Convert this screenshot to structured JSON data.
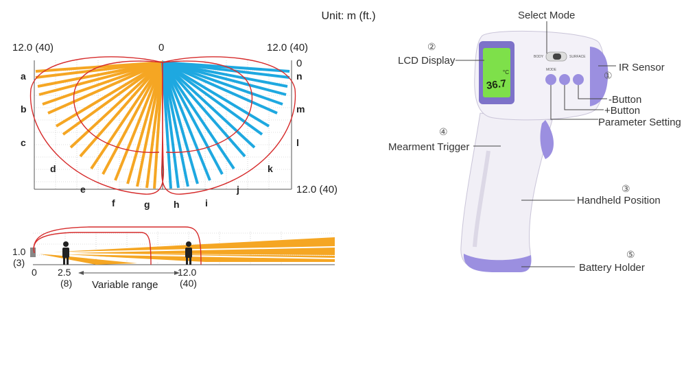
{
  "unit_label": "Unit: m (ft.)",
  "detection_area": {
    "range_left": "12.0 (40)",
    "range_center": "0",
    "range_right": "12.0 (40)",
    "right_top_zero": "0",
    "range_bottom_right": "12.0 (40)",
    "zones": [
      "a",
      "b",
      "c",
      "d",
      "e",
      "f",
      "g",
      "h",
      "i",
      "j",
      "k",
      "l",
      "m",
      "n"
    ]
  },
  "side_view": {
    "height": "1.0",
    "height_ft": "(3)",
    "origin": "0",
    "near": "2.5",
    "near_ft": "(8)",
    "far": "12.0",
    "far_ft": "(40)",
    "range_text": "Variable range"
  },
  "thermometer": {
    "display_reading": "36.7",
    "display_unit": "°C",
    "switch_left": "BODY",
    "switch_right": "SURFACE",
    "button_label": "MODE",
    "callouts": {
      "select_mode": "Select Mode",
      "lcd_num": "②",
      "lcd": "LCD Display",
      "ir_sensor": "IR Sensor",
      "ir_num": "①",
      "minus_button": "-Button",
      "plus_button": "+Button",
      "parameter_setting": "Parameter Setting",
      "trigger_num": "④",
      "trigger": "Mearment Trigger",
      "handheld_num": "③",
      "handheld": "Handheld Position",
      "battery_num": "⑤",
      "battery": "Battery Holder"
    }
  },
  "colors": {
    "orange": "#f5a623",
    "blue": "#1ea8e0",
    "red_outline": "#d62b2b",
    "device_body": "#f1eff6",
    "device_accent": "#9b8fe0",
    "lcd_green": "#7ee04a"
  }
}
